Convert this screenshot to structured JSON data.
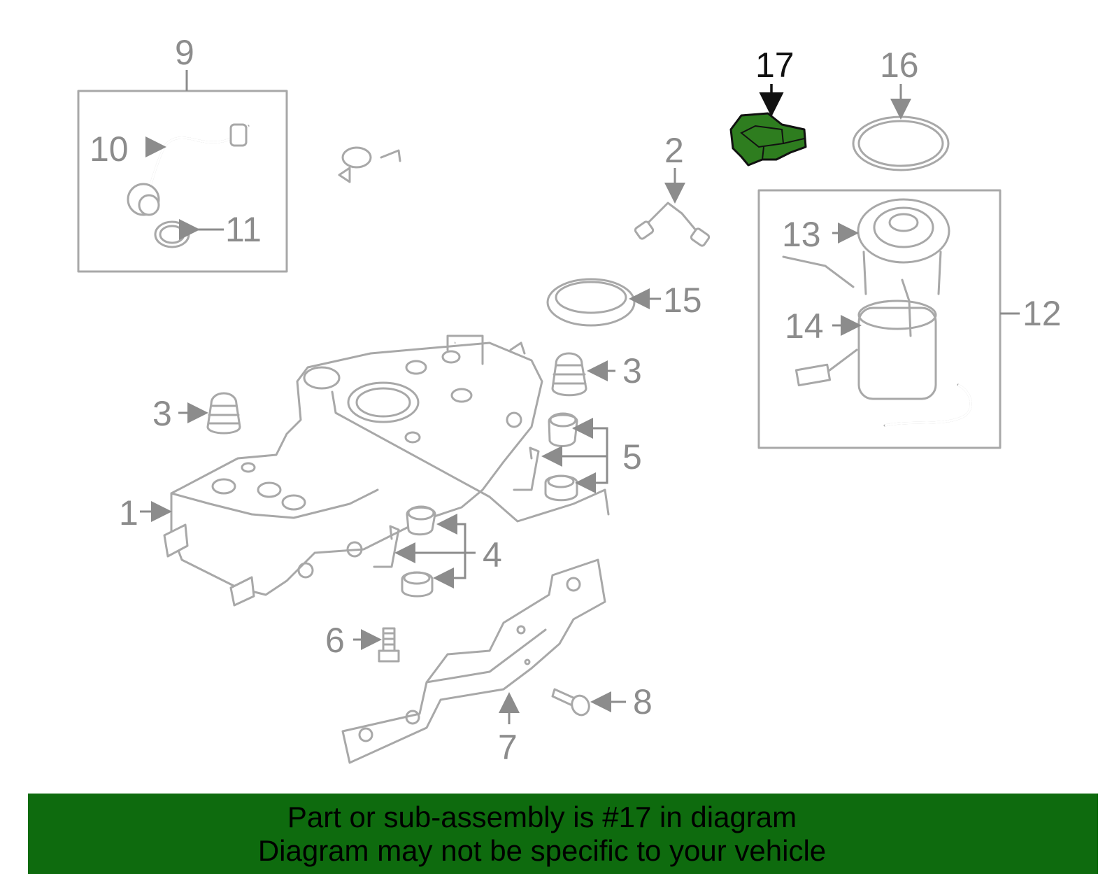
{
  "part_numbers": [
    "1",
    "2",
    "3",
    "3",
    "4",
    "5",
    "6",
    "7",
    "8",
    "9",
    "10",
    "11",
    "12",
    "13",
    "14",
    "15",
    "16",
    "17"
  ],
  "highlight": {
    "number": "17",
    "color": "#2e7d1f"
  },
  "footer": {
    "line1": "Part or sub-assembly is #17 in diagram",
    "line2": "Diagram may not be specific to your vehicle",
    "background": "#0e6b0e"
  }
}
